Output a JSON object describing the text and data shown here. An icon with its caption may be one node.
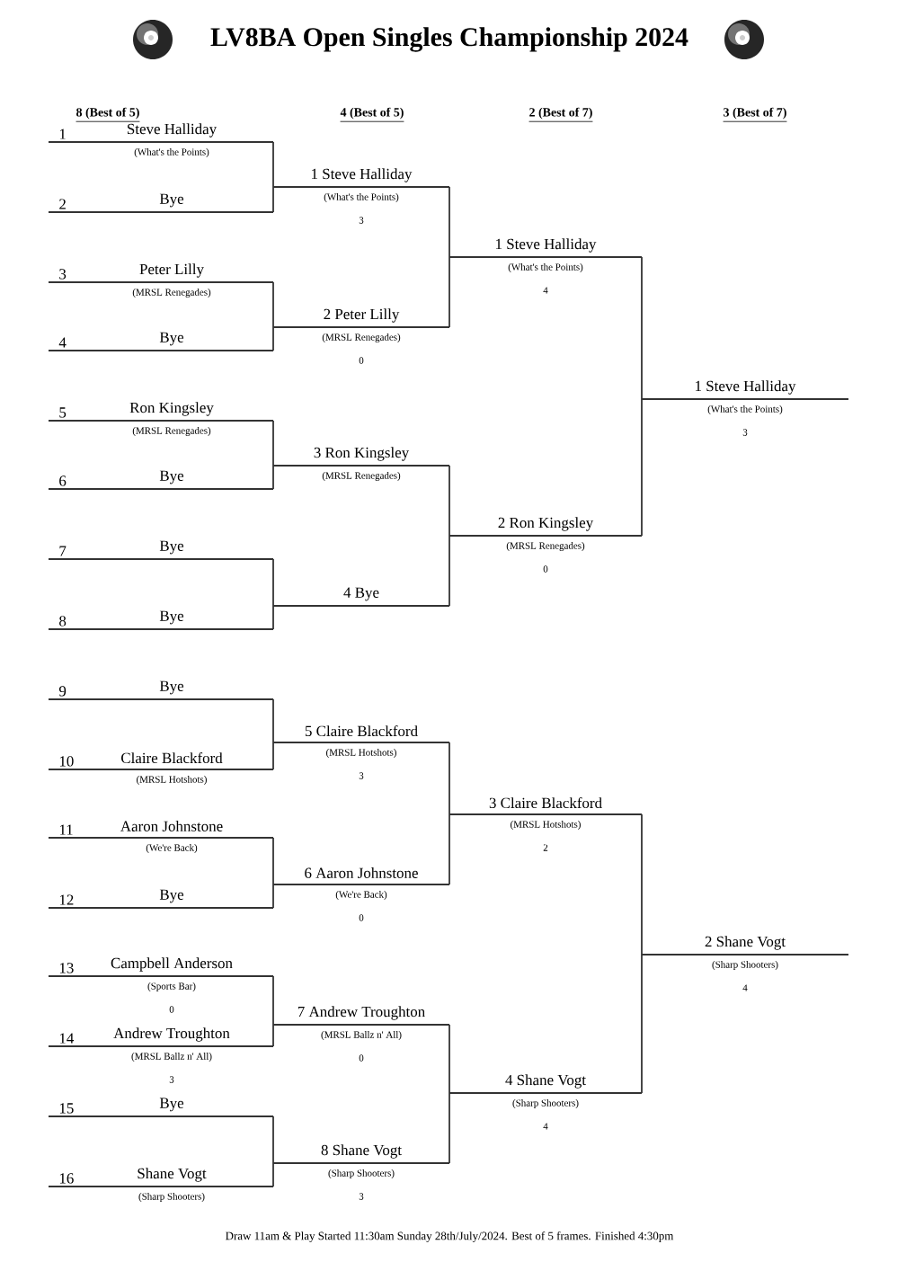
{
  "diagram": {
    "title": "LV8BA Open Singles Championship 2024",
    "caption": "Draw 11am & Play Started 11:30am Sunday 28th/July/2024. Best of 5 frames. Finished 4:30pm",
    "labels": [
      "8 (Best of 5)",
      "4 (Best of 5)",
      "2 (Best of 7)",
      "3 (Best of 7)"
    ],
    "nodes": [
      {
        "text": [
          "1",
          "Steve Halliday",
          "(What's the Points)"
        ]
      },
      {
        "text": [
          "2",
          "Bye"
        ]
      },
      {
        "text": [
          "3",
          "Peter Lilly",
          "(MRSL Renegades)"
        ]
      },
      {
        "text": [
          "4",
          "Bye"
        ]
      },
      {
        "text": [
          "5",
          "Ron Kingsley",
          "(MRSL Renegades)"
        ]
      },
      {
        "text": [
          "6",
          "Bye"
        ]
      },
      {
        "text": [
          "7",
          "Bye"
        ]
      },
      {
        "text": [
          "8",
          "Bye"
        ]
      },
      {
        "text": [
          "9",
          "Bye"
        ]
      },
      {
        "text": [
          "10",
          "Claire Blackford",
          "(MRSL Hotshots)"
        ]
      },
      {
        "text": [
          "11",
          "Aaron Johnstone",
          "(We're Back)"
        ]
      },
      {
        "text": [
          "12",
          "Bye"
        ]
      },
      {
        "text": [
          "13",
          "Campbell Anderson",
          "(Sports Bar)",
          "0"
        ]
      },
      {
        "text": [
          "14",
          "Andrew Troughton",
          "(MRSL Ballz n' All)",
          "3"
        ]
      },
      {
        "text": [
          "15",
          "Bye"
        ]
      },
      {
        "text": [
          "16",
          "Shane Vogt",
          "(Sharp Shooters)"
        ]
      },
      {
        "text": [
          "1 Steve Halliday",
          "(What's the Points)",
          "3"
        ]
      },
      {
        "text": [
          "2 Peter Lilly",
          "(MRSL Renegades)",
          "0"
        ]
      },
      {
        "text": [
          "3 Ron Kingsley",
          "(MRSL Renegades)"
        ]
      },
      {
        "text": [
          "4 Bye"
        ]
      },
      {
        "text": [
          "5 Claire Blackford",
          "(MRSL Hotshots)",
          "3"
        ]
      },
      {
        "text": [
          "6 Aaron Johnstone",
          "(We're Back)",
          "0"
        ]
      },
      {
        "text": [
          "7 Andrew Troughton",
          "(MRSL Ballz n' All)",
          "0"
        ]
      },
      {
        "text": [
          "8 Shane Vogt",
          "(Sharp Shooters)",
          "3"
        ]
      },
      {
        "text": [
          "1 Steve Halliday",
          "(What's the Points)",
          "4"
        ]
      },
      {
        "text": [
          "2 Ron Kingsley",
          "(MRSL Renegades)",
          "0"
        ]
      },
      {
        "text": [
          "3 Claire Blackford",
          "(MRSL Hotshots)",
          "2"
        ]
      },
      {
        "text": [
          "4 Shane Vogt",
          "(Sharp Shooters)",
          "4"
        ]
      },
      {
        "text": [
          "1 Steve Halliday",
          "(What's the Points)",
          "3"
        ]
      },
      {
        "text": [
          "2 Shane Vogt",
          "(Sharp Shooters)",
          "4"
        ]
      }
    ],
    "edges": [
      {
        "from": 0,
        "to": 16,
        "arrow": "none"
      },
      {
        "from": 1,
        "to": 16,
        "arrow": "none"
      },
      {
        "from": 2,
        "to": 17,
        "arrow": "none"
      },
      {
        "from": 3,
        "to": 17,
        "arrow": "none"
      },
      {
        "from": 4,
        "to": 18,
        "arrow": "none"
      },
      {
        "from": 5,
        "to": 18,
        "arrow": "none"
      },
      {
        "from": 6,
        "to": 19,
        "arrow": "none"
      },
      {
        "from": 7,
        "to": 19,
        "arrow": "none"
      },
      {
        "from": 8,
        "to": 20,
        "arrow": "none"
      },
      {
        "from": 9,
        "to": 20,
        "arrow": "none"
      },
      {
        "from": 10,
        "to": 21,
        "arrow": "none"
      },
      {
        "from": 11,
        "to": 21,
        "arrow": "none"
      },
      {
        "from": 12,
        "to": 22,
        "arrow": "none"
      },
      {
        "from": 13,
        "to": 22,
        "arrow": "none"
      },
      {
        "from": 14,
        "to": 23,
        "arrow": "none"
      },
      {
        "from": 15,
        "to": 23,
        "arrow": "none"
      },
      {
        "from": 16,
        "to": 24,
        "arrow": "none"
      },
      {
        "from": 17,
        "to": 24,
        "arrow": "none"
      },
      {
        "from": 18,
        "to": 25,
        "arrow": "none"
      },
      {
        "from": 19,
        "to": 25,
        "arrow": "none"
      },
      {
        "from": 20,
        "to": 26,
        "arrow": "none"
      },
      {
        "from": 21,
        "to": 26,
        "arrow": "none"
      },
      {
        "from": 22,
        "to": 27,
        "arrow": "none"
      },
      {
        "from": 23,
        "to": 27,
        "arrow": "none"
      },
      {
        "from": 24,
        "to": 28,
        "arrow": "none"
      },
      {
        "from": 25,
        "to": 28,
        "arrow": "none"
      },
      {
        "from": 26,
        "to": 29,
        "arrow": "none"
      },
      {
        "from": 27,
        "to": 29,
        "arrow": "none"
      }
    ]
  }
}
